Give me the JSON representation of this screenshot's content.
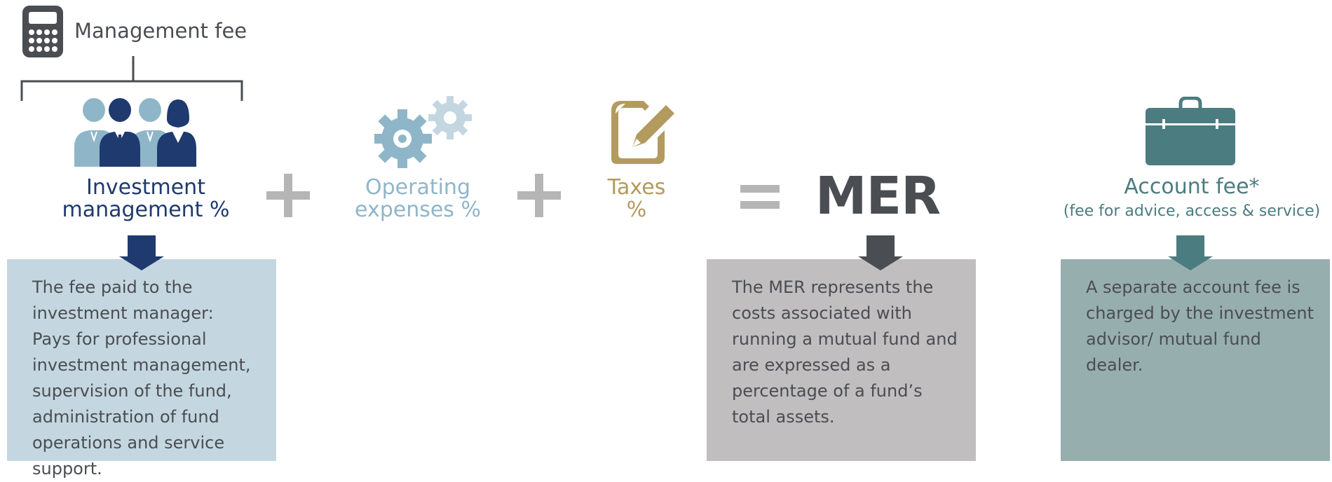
{
  "header": {
    "label": "Management fee",
    "icon": "calculator-icon"
  },
  "columns": {
    "investment": {
      "label_line1": "Investment",
      "label_line2": "management %",
      "icon": "people-group-icon",
      "color": "#1f3a6e",
      "description": "The fee paid to the investment manager: Pays for professional investment management, supervision of the fund, administration of fund operations and service support."
    },
    "operating": {
      "label_line1": "Operating",
      "label_line2": "expenses %",
      "icon": "gears-icon",
      "color": "#8fb6c8"
    },
    "taxes": {
      "label_line1": "Taxes",
      "label_line2": "%",
      "icon": "document-pencil-icon",
      "color": "#b39a5e"
    },
    "mer": {
      "label": "MER",
      "color": "#4a4d52",
      "description": "The MER represents the costs associated with running a mutual fund and are expressed as a percentage of a fund’s total assets."
    },
    "account": {
      "label": "Account fee*",
      "sublabel": "(fee for advice, access & service)",
      "icon": "briefcase-icon",
      "color": "#4b7c80",
      "description": "A separate account fee is charged by the investment advisor/ mutual fund dealer."
    }
  },
  "operators": [
    "plus-icon",
    "plus-icon",
    "equals-icon"
  ]
}
